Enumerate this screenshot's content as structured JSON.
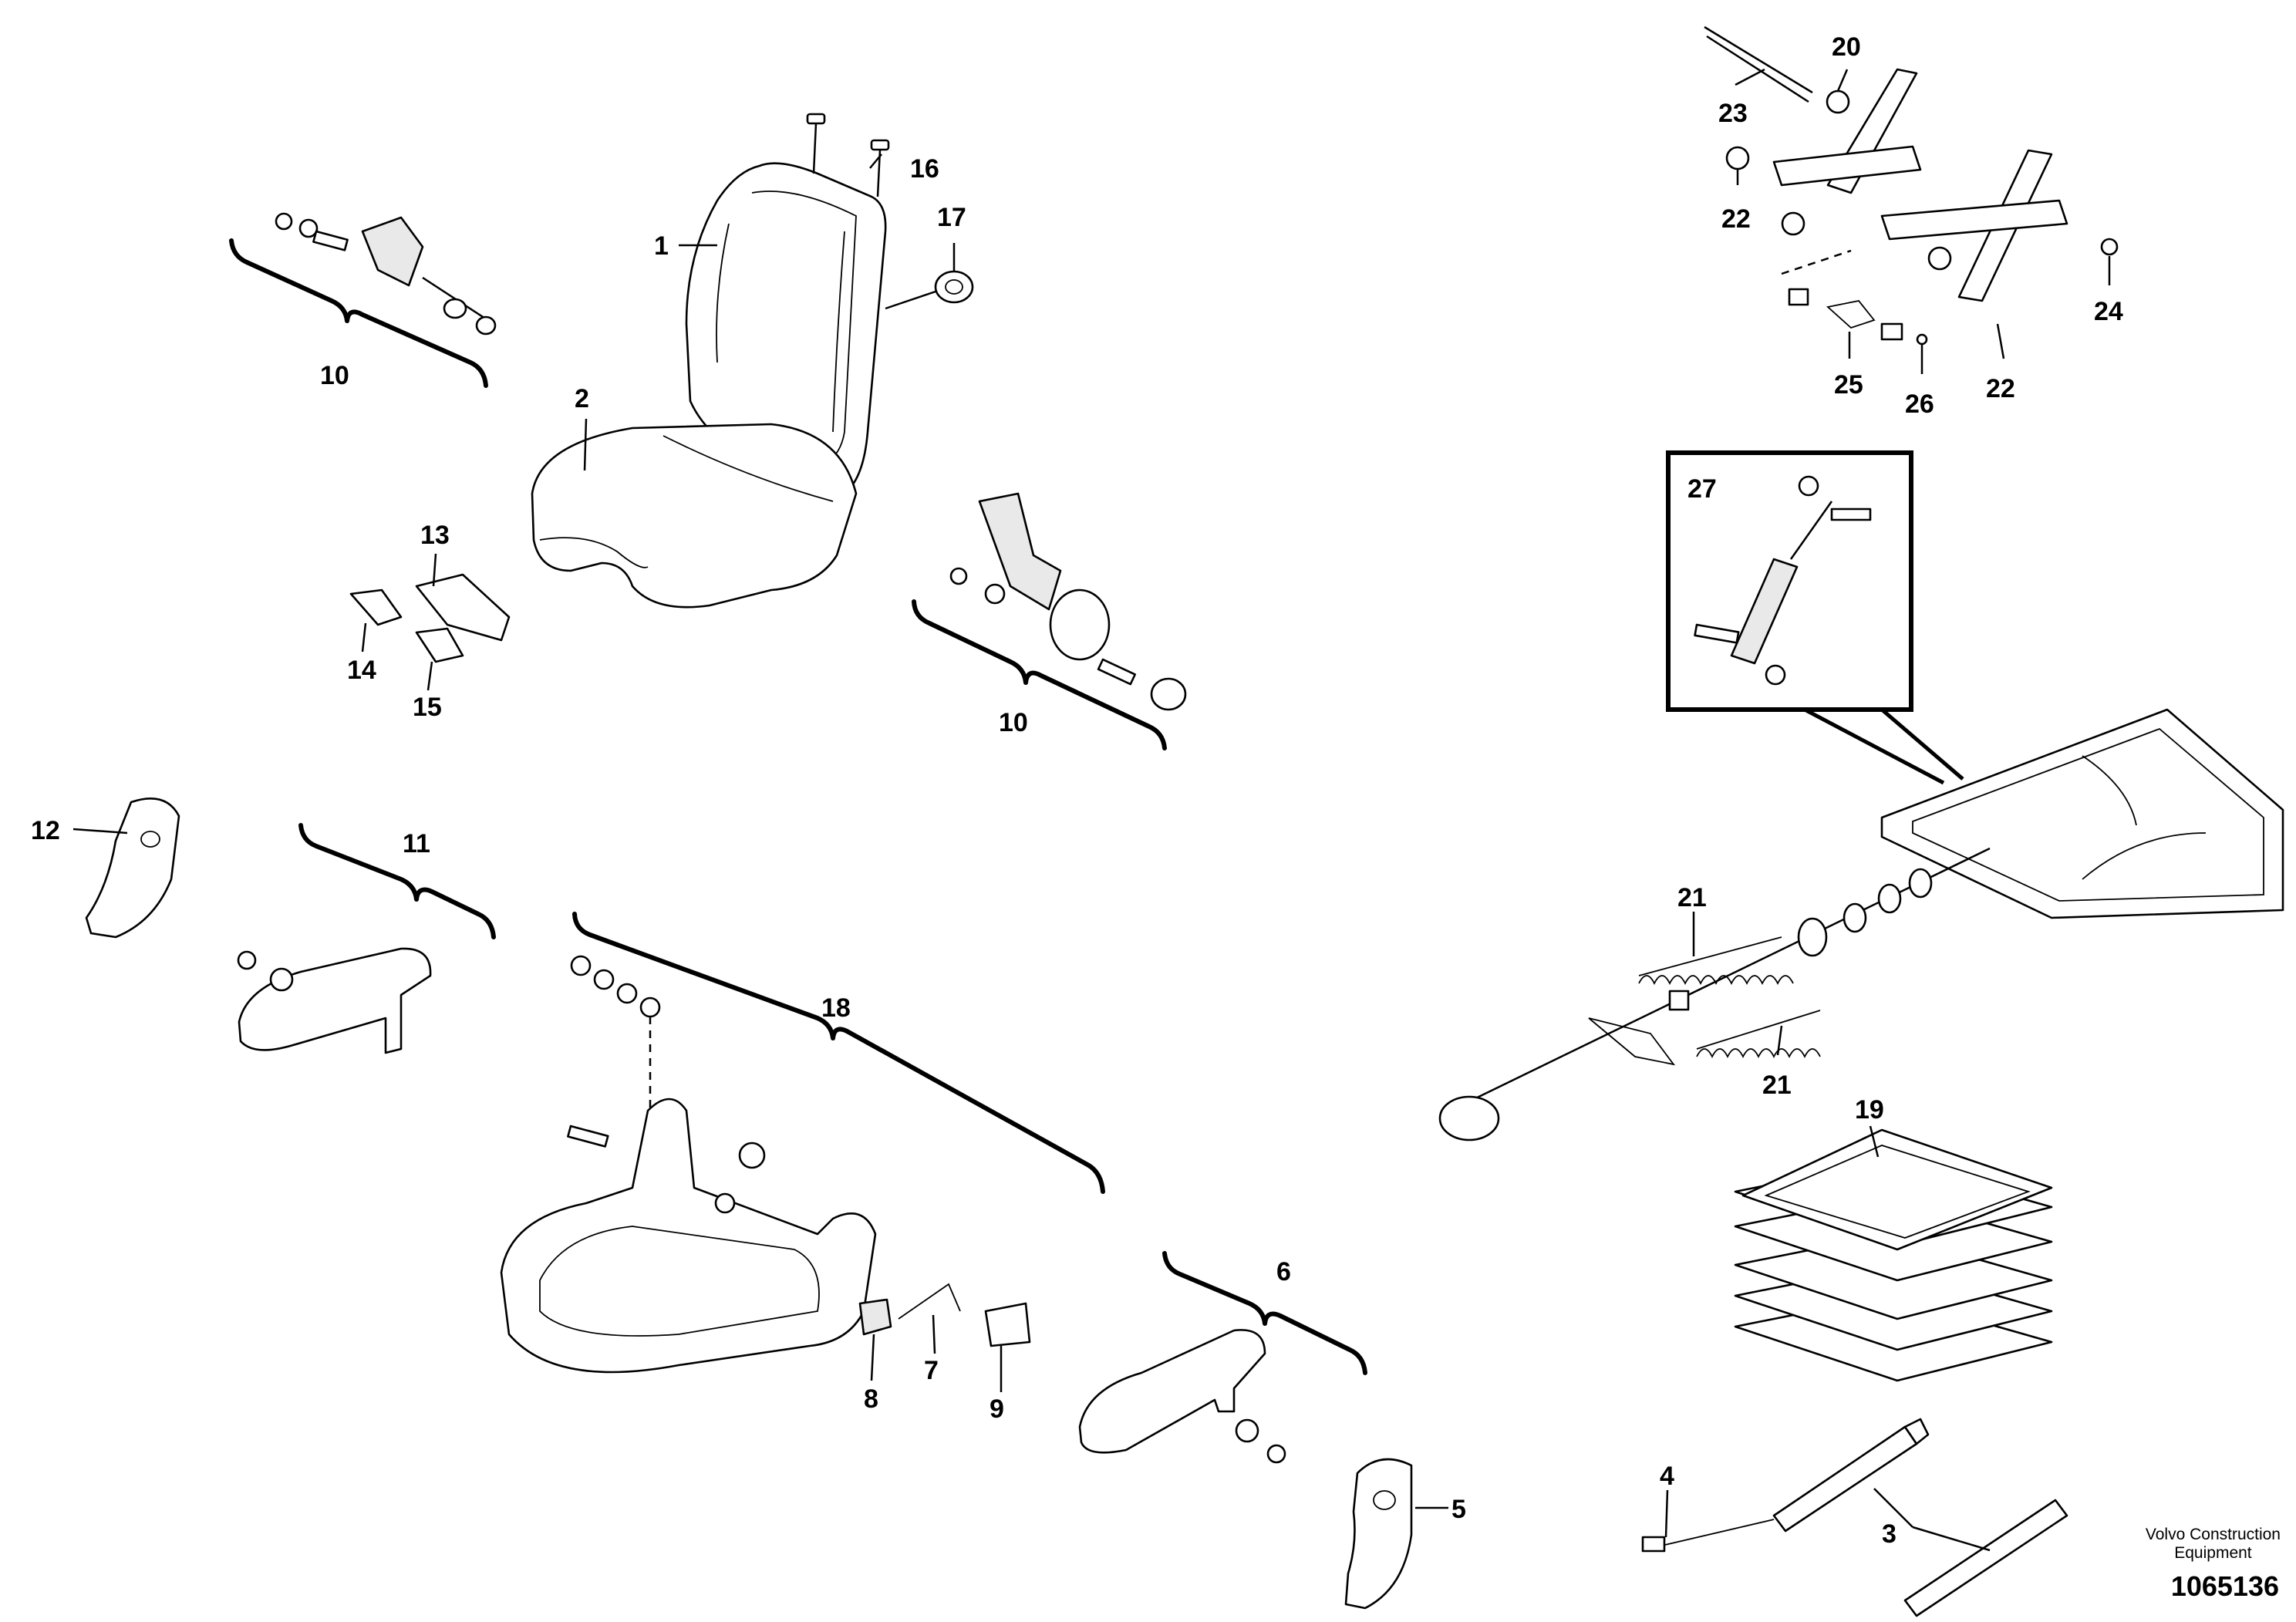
{
  "callouts": {
    "c1": "1",
    "c2": "2",
    "c3": "3",
    "c4": "4",
    "c5": "5",
    "c6": "6",
    "c7": "7",
    "c8": "8",
    "c9": "9",
    "c10a": "10",
    "c10b": "10",
    "c11": "11",
    "c12": "12",
    "c13": "13",
    "c14": "14",
    "c15": "15",
    "c16": "16",
    "c17": "17",
    "c18": "18",
    "c19": "19",
    "c20": "20",
    "c21a": "21",
    "c21b": "21",
    "c22a": "22",
    "c22b": "22",
    "c23": "23",
    "c24": "24",
    "c25": "25",
    "c26": "26",
    "c27": "27"
  },
  "footer": {
    "brand_line1": "Volvo Construction",
    "brand_line2": "Equipment",
    "drawing_number": "1065136"
  }
}
